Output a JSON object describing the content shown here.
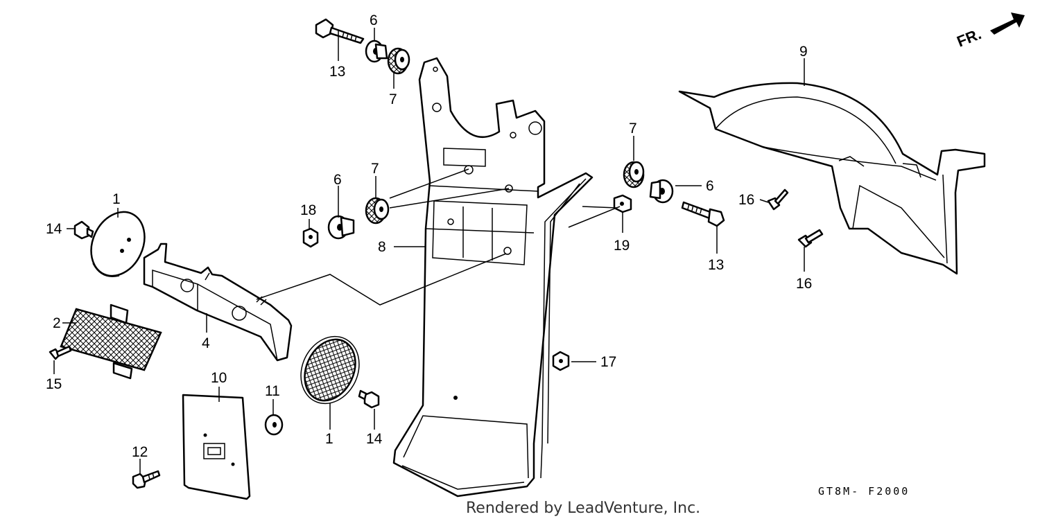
{
  "callouts": {
    "c1a": "1",
    "c1b": "1",
    "c2": "2",
    "c4": "4",
    "c6a": "6",
    "c6b": "6",
    "c6c": "6",
    "c7a": "7",
    "c7b": "7",
    "c7c": "7",
    "c8": "8",
    "c9": "9",
    "c10": "10",
    "c11": "11",
    "c12": "12",
    "c13a": "13",
    "c13b": "13",
    "c14a": "14",
    "c14b": "14",
    "c15": "15",
    "c16a": "16",
    "c16b": "16",
    "c17": "17",
    "c18": "18",
    "c19": "19"
  },
  "front_arrow": "FR.",
  "diagram_code": "GT8M- F2000",
  "credit": "Rendered by LeadVenture, Inc."
}
